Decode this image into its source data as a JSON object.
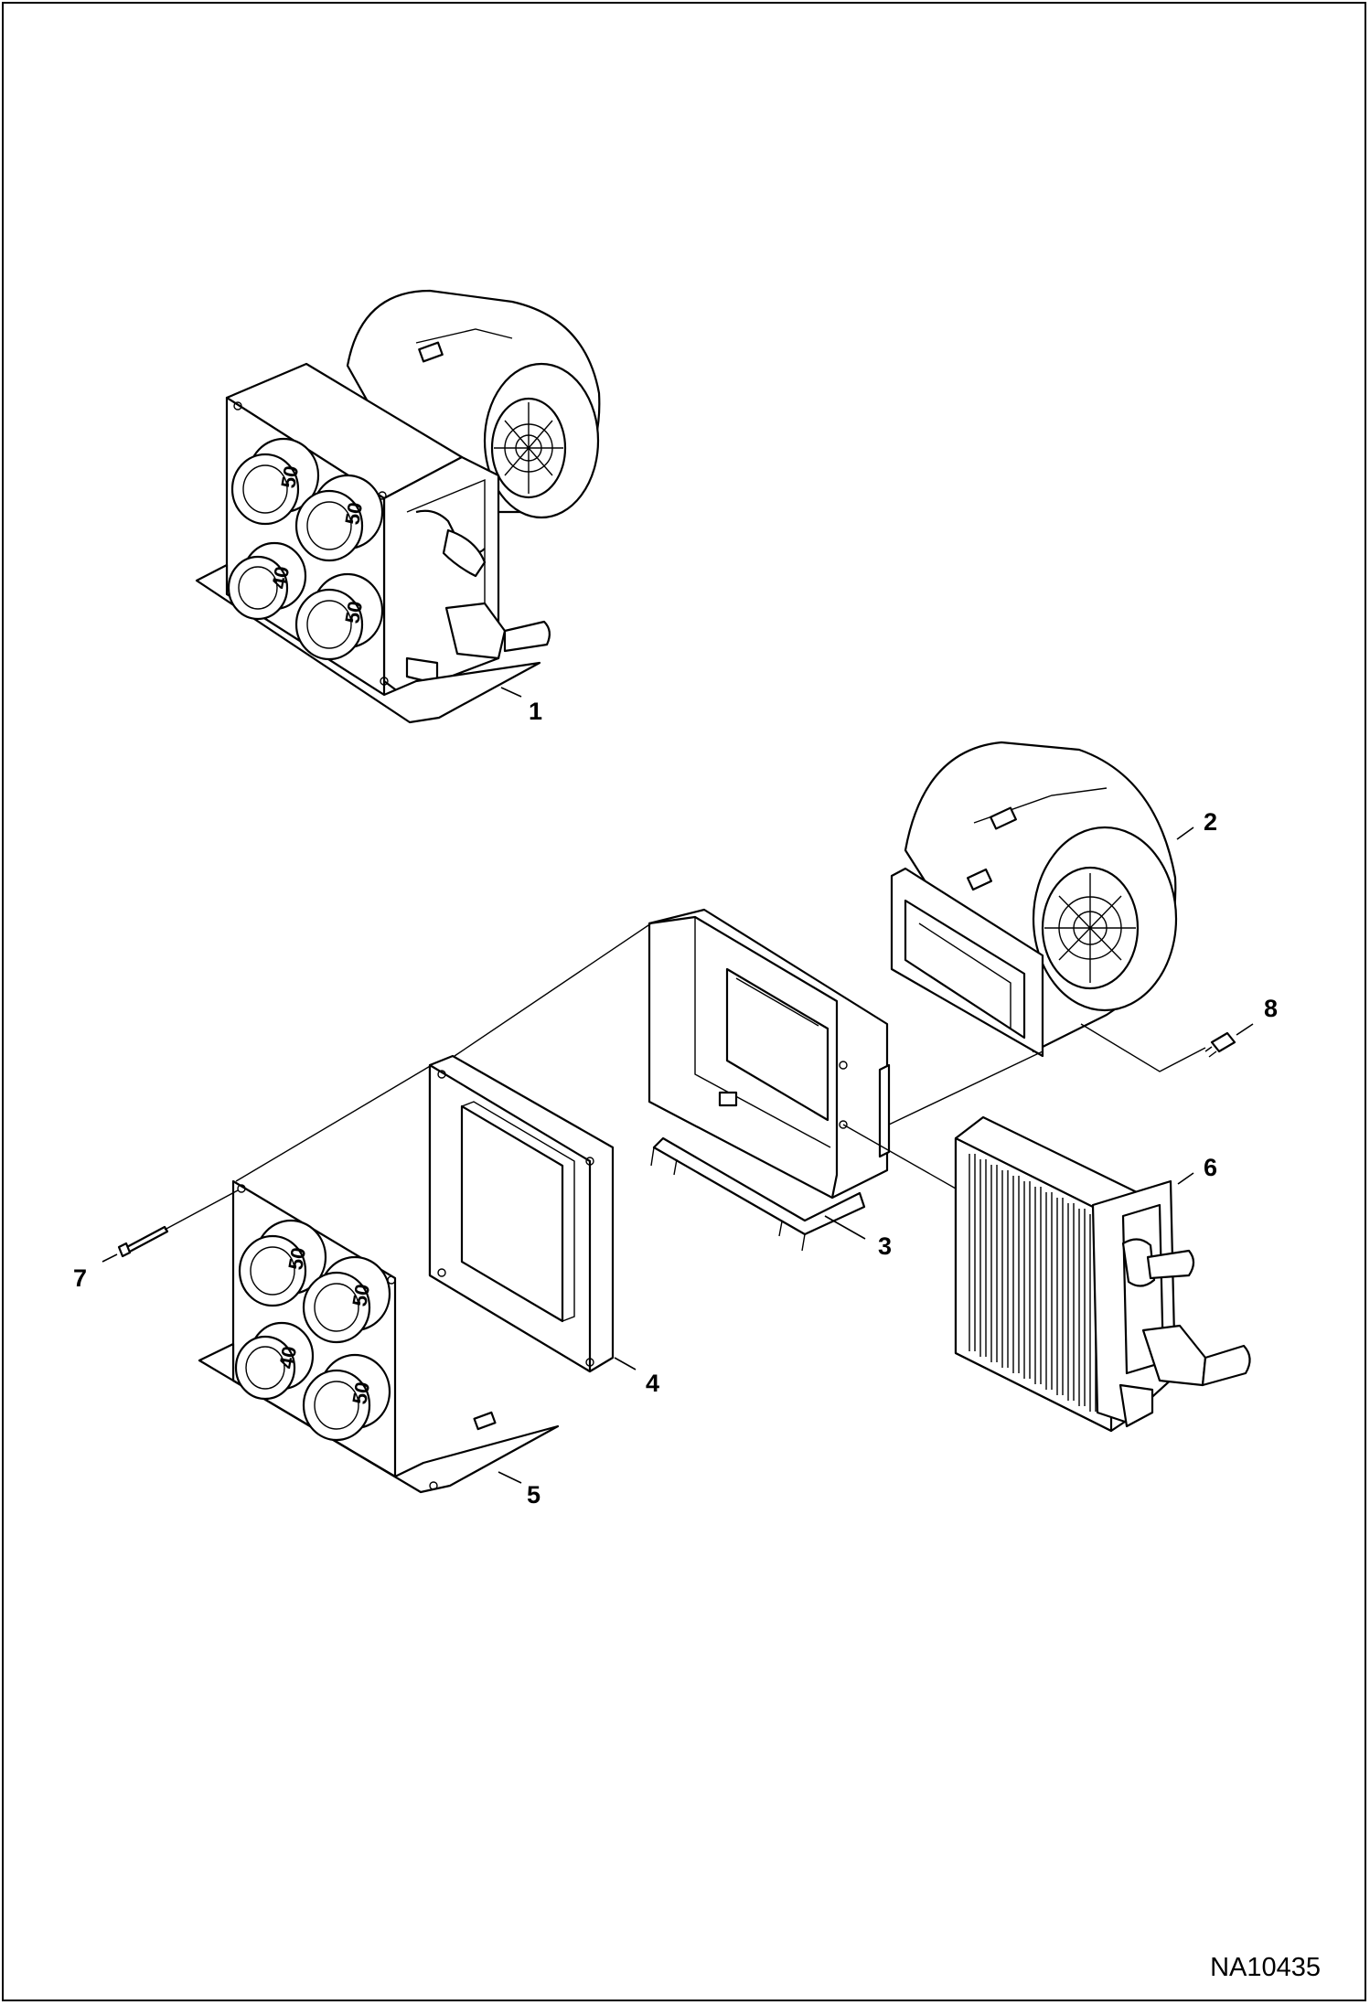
{
  "figure_id": "NA10435",
  "callouts": [
    {
      "id": "callout-1",
      "label": "1"
    },
    {
      "id": "callout-2",
      "label": "2"
    },
    {
      "id": "callout-3",
      "label": "3"
    },
    {
      "id": "callout-4",
      "label": "4"
    },
    {
      "id": "callout-5",
      "label": "5"
    },
    {
      "id": "callout-6",
      "label": "6"
    },
    {
      "id": "callout-7",
      "label": "7"
    },
    {
      "id": "callout-8",
      "label": "8"
    }
  ],
  "vent_ring_labels": [
    "50",
    "50",
    "40",
    "50"
  ]
}
